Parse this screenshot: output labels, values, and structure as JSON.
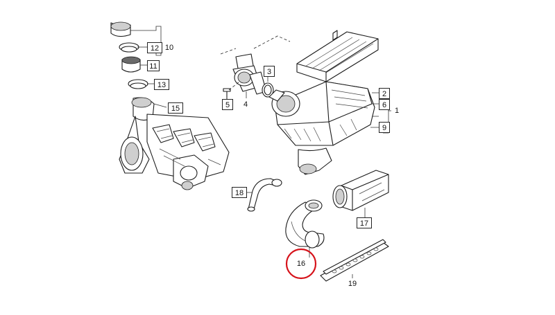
{
  "diagram": {
    "callouts": [
      {
        "id": "p12",
        "label": "12"
      },
      {
        "id": "p10",
        "label": "10"
      },
      {
        "id": "p11",
        "label": "11"
      },
      {
        "id": "p13",
        "label": "13"
      },
      {
        "id": "p15",
        "label": "15"
      },
      {
        "id": "p3",
        "label": "3"
      },
      {
        "id": "p5",
        "label": "5"
      },
      {
        "id": "p4",
        "label": "4"
      },
      {
        "id": "p2",
        "label": "2"
      },
      {
        "id": "p6",
        "label": "6"
      },
      {
        "id": "p1",
        "label": "1"
      },
      {
        "id": "p9",
        "label": "9"
      },
      {
        "id": "p18",
        "label": "18"
      },
      {
        "id": "p17",
        "label": "17"
      },
      {
        "id": "p16",
        "label": "16"
      },
      {
        "id": "p19",
        "label": "19"
      }
    ],
    "highlight": {
      "part": "16",
      "color": "#d6121a"
    }
  }
}
